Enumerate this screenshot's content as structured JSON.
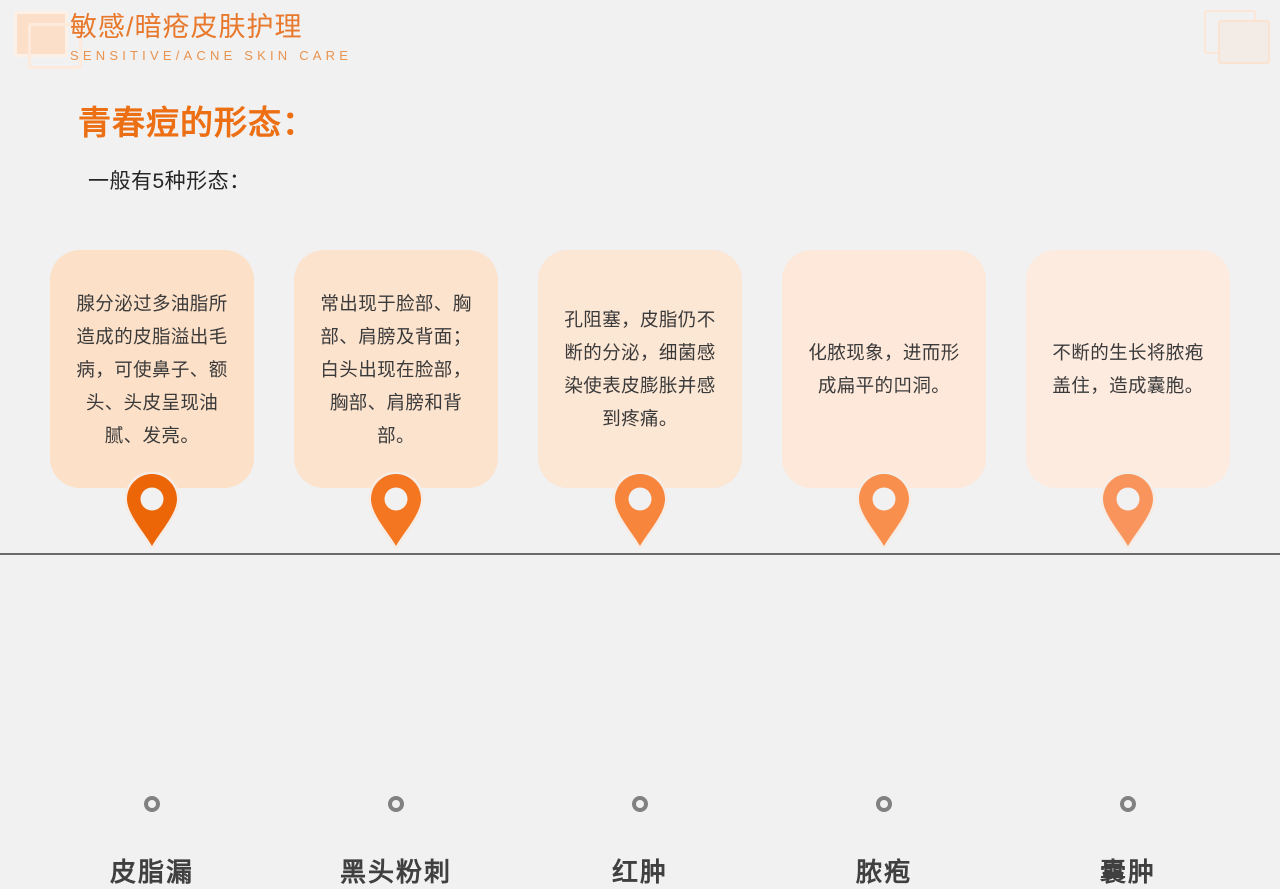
{
  "header": {
    "title_cn": "敏感/暗疮皮肤护理",
    "title_en": "SENSITIVE/ACNE SKIN CARE",
    "accent_color": "#e8782c"
  },
  "heading": {
    "title": "青春痘的形态：",
    "subtitle": "一般有5种形态：",
    "title_color": "#ed6f13"
  },
  "timeline": {
    "axis_color": "#6b6b6b",
    "node_color": "#818181",
    "items": [
      {
        "label": "皮脂漏",
        "description": "腺分泌过多油脂所造成的皮脂溢出毛病，可使鼻子、额头、头皮呈现油腻、发亮。",
        "pin_color": "#ec6507",
        "card_color": "#fce0c8"
      },
      {
        "label": "黑头粉刺",
        "description": "常出现于脸部、胸部、肩膀及背面；白头出现在脸部，胸部、肩膀和背部。",
        "pin_color": "#f47620",
        "card_color": "#fce3ce"
      },
      {
        "label": "红肿",
        "description": "孔阻塞，皮脂仍不断的分泌，细菌感染使表皮膨胀并感到疼痛。",
        "pin_color": "#f7853c",
        "card_color": "#fce6d4"
      },
      {
        "label": "脓疱",
        "description": "化脓现象，进而形成扁平的凹洞。",
        "pin_color": "#f88f4c",
        "card_color": "#fde8da"
      },
      {
        "label": "囊肿",
        "description": "不断的生长将脓疱盖住，造成囊胞。",
        "pin_color": "#f9955c",
        "card_color": "#fdebe0"
      }
    ]
  }
}
